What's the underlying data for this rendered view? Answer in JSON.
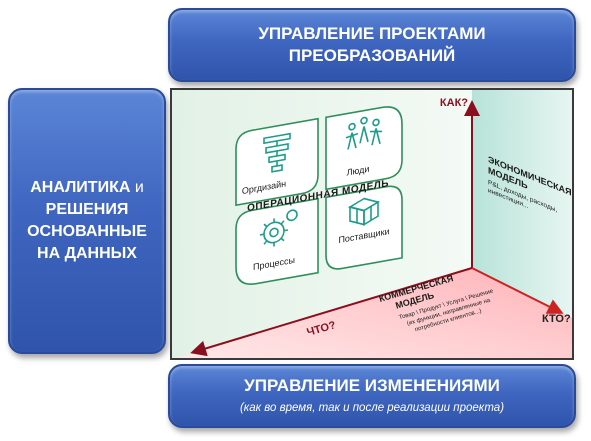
{
  "top_box": {
    "line1": "УПРАВЛЕНИЕ ПРОЕКТАМИ",
    "line2": "ПРЕОБРАЗОВАНИЙ"
  },
  "left_box": {
    "line1_bold": "АНАЛИТИКА",
    "line1_light": "и",
    "line2": "РЕШЕНИЯ",
    "line3": "ОСНОВАННЫЕ",
    "line4": "НА ДАННЫХ"
  },
  "bottom_box": {
    "title": "УПРАВЛЕНИЕ ИЗМЕНЕНИЯМИ",
    "subtitle": "(как во время, так и после реализации проекта)"
  },
  "diagram": {
    "axis_how": "КАК?",
    "axis_what": "ЧТО?",
    "axis_who": "КТО?",
    "operational_model": "ОПЕРАЦИОННАЯ МОДЕЛЬ",
    "quadrants": {
      "orgdesign": "Оргдизайн",
      "people": "Люди",
      "processes": "Процессы",
      "suppliers": "Поставщики"
    },
    "economic": {
      "line1": "ЭКОНОМИЧЕСКАЯ",
      "line2": "МОДЕЛЬ",
      "line3": "P&L, доходы, расходы,",
      "line4": "инвестиции..."
    },
    "commercial": {
      "line1": "КОММЕРЧЕСКАЯ",
      "line2": "МОДЕЛЬ",
      "line3": "Товар \\ Продукт \\ Услуга \\ Решение",
      "line4": "(их функции, направленные на",
      "line5": "потребности клиентов...)"
    },
    "colors": {
      "green": "#2f8f5a",
      "teal": "#1d9c8c",
      "red": "#cc2222",
      "accent": "#8a0f1e"
    }
  }
}
